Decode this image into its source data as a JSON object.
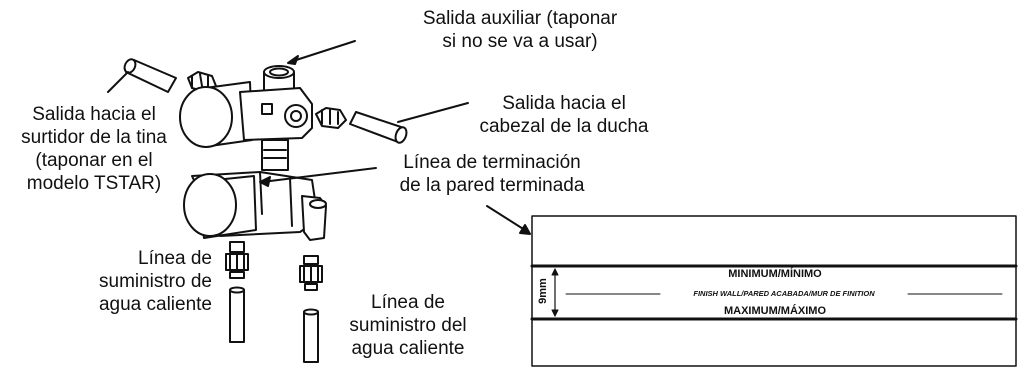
{
  "labels": {
    "aux_outlet": [
      "Salida auxiliar (taponar",
      "si no se va a usar)"
    ],
    "tub_spout_outlet": [
      "Salida hacia el",
      "surtidor de la tina",
      "(taponar en el",
      "modelo TSTAR)"
    ],
    "shower_head_outlet": [
      "Salida hacia el",
      "cabezal de la ducha"
    ],
    "finish_wall_line": [
      "Línea de terminación",
      "de la pared terminada"
    ],
    "hot_supply_left": [
      "Línea de",
      "suministro de",
      "agua caliente"
    ],
    "hot_supply_right": [
      "Línea de",
      "suministro del",
      "agua caliente"
    ]
  },
  "gauge": {
    "minimum": "MINIMUM/MÍNIMO",
    "finish_wall": "FINISH WALL/PARED ACABADA/MUR DE FINITION",
    "maximum": "MAXIMUM/MÁXIMO",
    "dimension": "9mm"
  },
  "colors": {
    "line": "#111111",
    "fill": "#ffffff"
  }
}
